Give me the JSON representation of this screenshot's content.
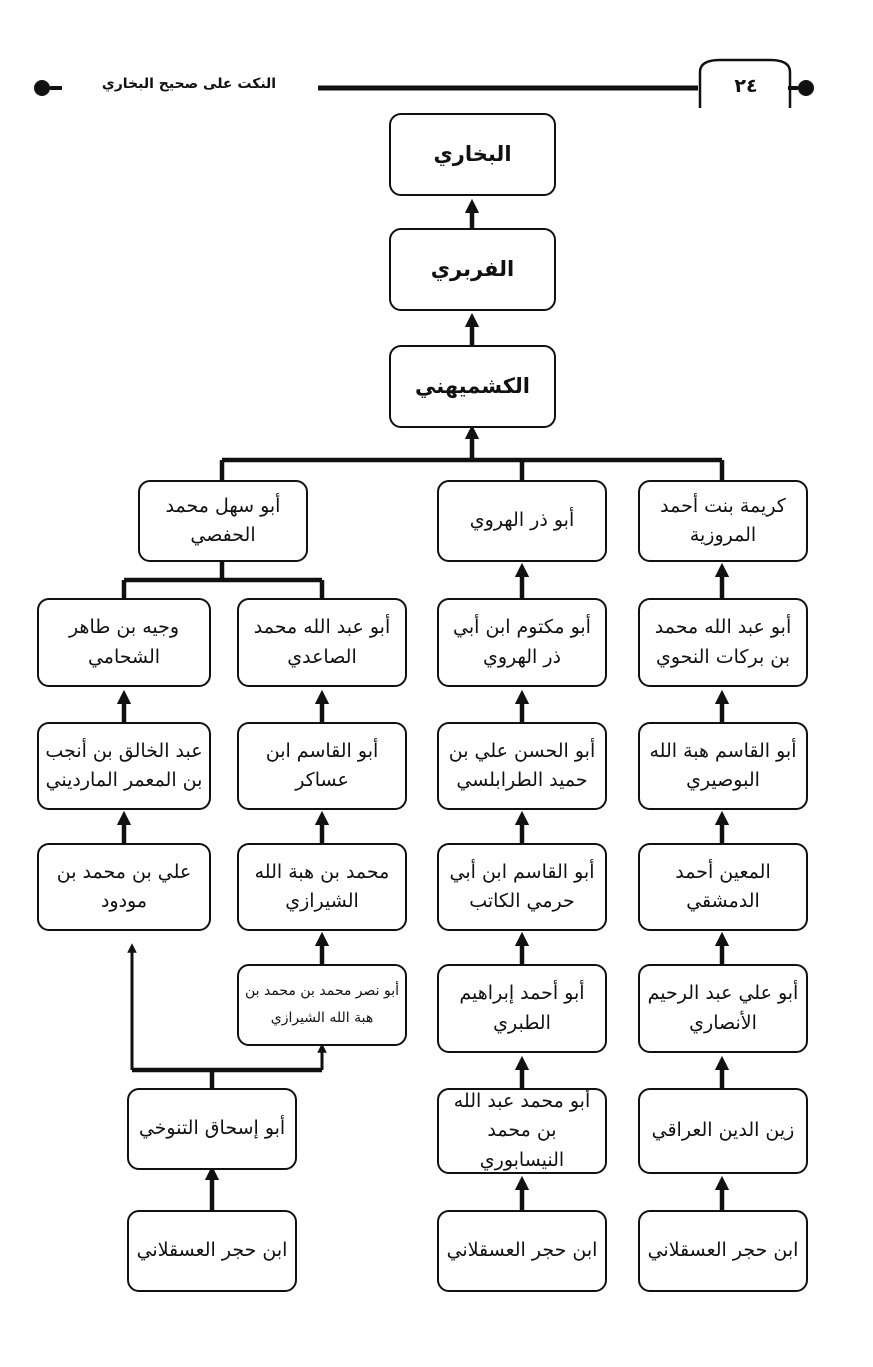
{
  "header": {
    "title": "النكت على صحيح البخاري",
    "page_number": "٢٤"
  },
  "chain": {
    "bukhari": "البخاري",
    "firabri": "الفربري",
    "kushmihani": "الكشميهني"
  },
  "col1": {
    "n1": "كريمة بنت أحمد المروزية",
    "n2": "أبو عبد الله محمد بن بركات النحوي",
    "n3": "أبو القاسم هبة الله البوصيري",
    "n4": "المعين أحمد الدمشقي",
    "n5": "أبو علي عبد الرحيم الأنصاري",
    "n6": "زين الدين العراقي",
    "n7": "ابن حجر العسقلاني"
  },
  "col2": {
    "n1": "أبو ذر الهروي",
    "n2": "أبو مكتوم ابن أبي ذر الهروي",
    "n3": "أبو الحسن علي بن حميد الطرابلسي",
    "n4": "أبو القاسم ابن أبي حرمي الكاتب",
    "n5": "أبو أحمد إبراهيم الطبري",
    "n6": "أبو محمد عبد الله بن محمد النيسابوري",
    "n7": "ابن حجر العسقلاني"
  },
  "col3": {
    "hafsi": "أبو سهل محمد الحفصي",
    "n1": "أبو عبد الله محمد الصاعدي",
    "n2": "أبو القاسم ابن عساكر",
    "n3": "محمد بن هبة الله الشيرازي",
    "n4": "أبو نصر محمد بن محمد بن هبة الله الشيرازي",
    "tanukhi": "أبو إسحاق التنوخي",
    "n7": "ابن حجر العسقلاني"
  },
  "col4": {
    "n1": "وجيه بن طاهر الشحامي",
    "n2": "عبد الخالق بن أنجب بن المعمر المارديني",
    "n3": "علي بن محمد بن مودود"
  }
}
